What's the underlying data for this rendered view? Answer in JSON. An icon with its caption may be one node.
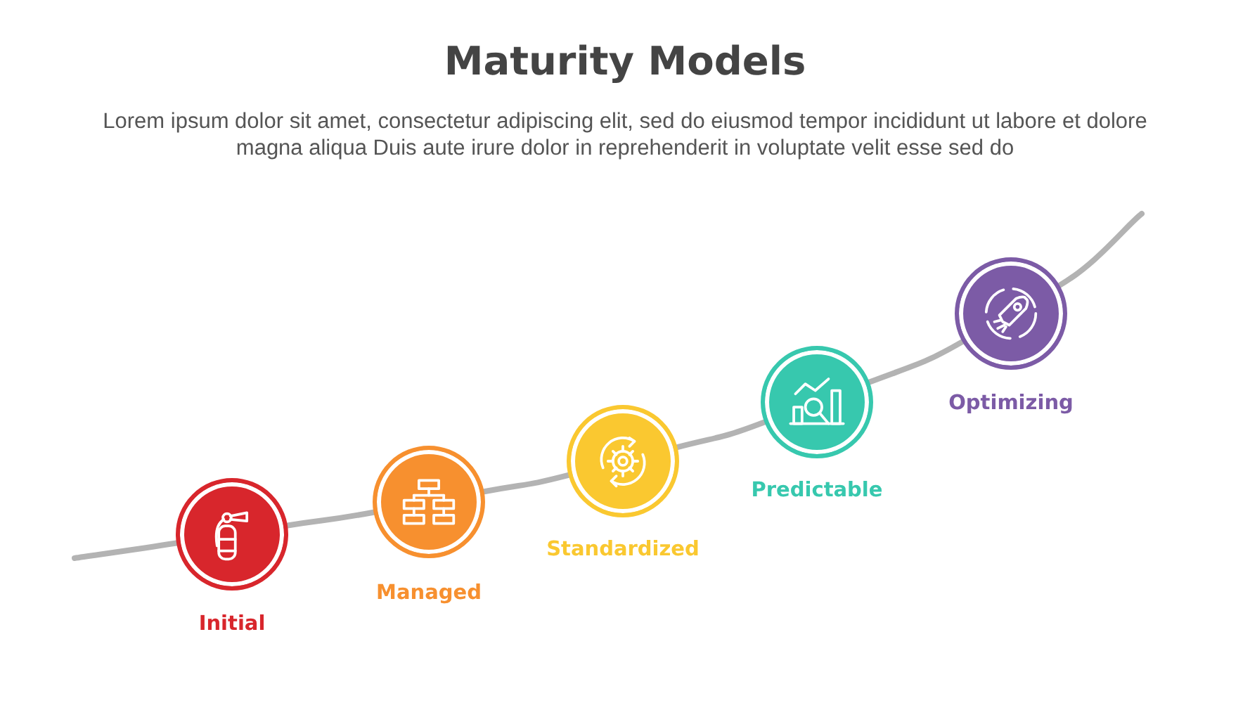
{
  "diagram": {
    "title": "Maturity Models",
    "caption": "Lorem ipsum dolor sit amet, consectetur adipiscing elit, sed do eiusmod tempor incididunt ut labore et dolore magna aliqua Duis aute irure dolor in reprehenderit in voluptate velit esse sed do",
    "nodes": [
      {
        "text": [],
        "shape": "circle",
        "beside": [
          "Initial"
        ]
      },
      {
        "text": [],
        "shape": "circle",
        "beside": [
          "Managed"
        ]
      },
      {
        "text": [],
        "shape": "circle",
        "beside": [
          "Standardized"
        ]
      },
      {
        "text": [],
        "shape": "circle",
        "beside": [
          "Predictable"
        ]
      },
      {
        "text": [],
        "shape": "circle",
        "beside": [
          "Optimizing"
        ]
      }
    ],
    "edges": [
      {
        "from": null,
        "to": 0,
        "arrow": "none"
      },
      {
        "from": 0,
        "to": 1,
        "arrow": "none"
      },
      {
        "from": 1,
        "to": 2,
        "arrow": "none"
      },
      {
        "from": 2,
        "to": 3,
        "arrow": "none"
      },
      {
        "from": 3,
        "to": 4,
        "arrow": "none"
      },
      {
        "from": 4,
        "to": null,
        "arrow": "none"
      }
    ]
  }
}
